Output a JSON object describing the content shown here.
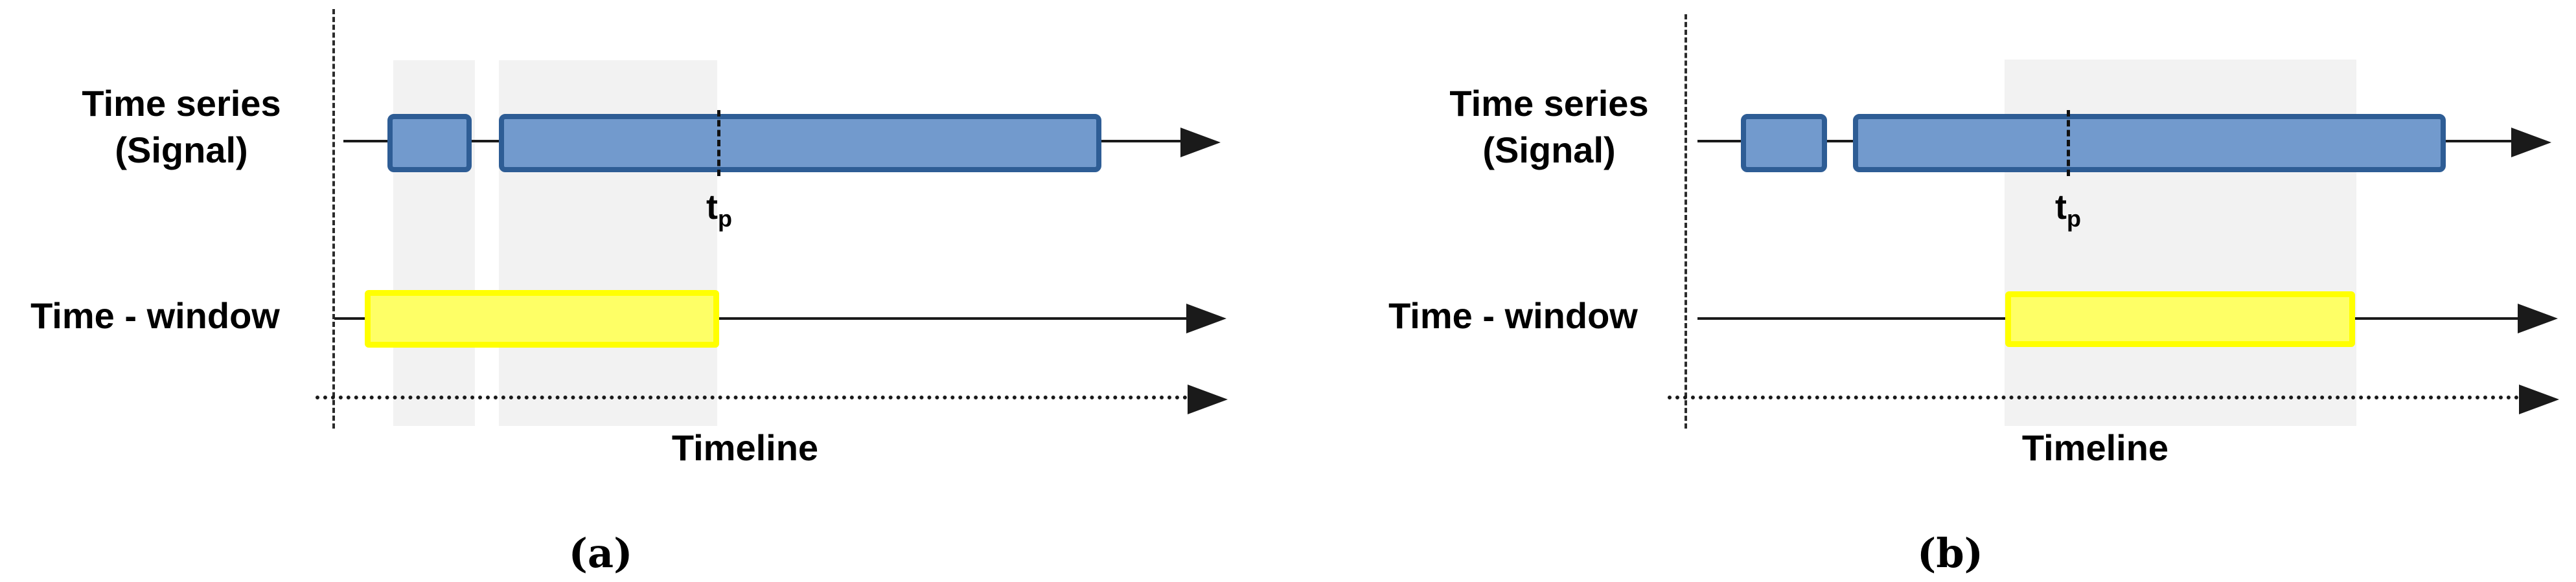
{
  "colors": {
    "signal_box_fill": "#729ACD",
    "signal_box_border": "#2E5D95",
    "window_box_fill": "#FEFF66",
    "window_box_border": "#FFFF00",
    "highlight_band": "#F2F2F2",
    "line": "#1A1A1A",
    "text": "#000000"
  },
  "panels": [
    {
      "caption": "(a)",
      "signal_label_line1": "Time series",
      "signal_label_line2": "(Signal)",
      "window_label": "Time - window",
      "timeline_label": "Timeline",
      "tp_symbol": "t",
      "tp_subscript": "p"
    },
    {
      "caption": "(b)",
      "signal_label_line1": "Time series",
      "signal_label_line2": "(Signal)",
      "window_label": "Time - window",
      "timeline_label": "Timeline",
      "tp_symbol": "t",
      "tp_subscript": "p"
    }
  ]
}
